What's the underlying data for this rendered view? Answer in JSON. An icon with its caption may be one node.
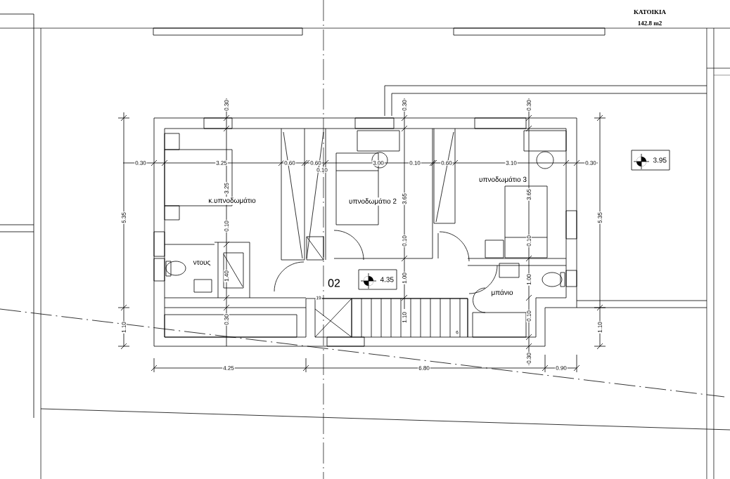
{
  "diagram": {
    "title": "ΚΑΤΟΙΚΙΑ",
    "nodes": [
      {
        "text": [
          "4.35"
        ]
      },
      {
        "text": [
          "3.95"
        ]
      }
    ],
    "labels": [
      "142.8 m2",
      "0.30",
      "0.30",
      "0.30",
      "0.30",
      "3.25",
      "0.60",
      "0.60",
      "3.00",
      "0.10",
      "0.60",
      "3.10",
      "0.30",
      "0.10",
      "υπνοδωμάτιο 3",
      "5.35",
      "3.25",
      "3.65",
      "3.65",
      "5.35",
      "κ.υπνοδωμάτιο",
      "υπνοδωμάτιο 2",
      "0.10",
      "0.10",
      "0.10",
      "ντους",
      "1.40",
      "02",
      "1.00",
      "1.00",
      "μπάνιο",
      "19",
      "0.30",
      "1.10",
      "0.10",
      "1.10",
      "1.10",
      "6",
      "0.30",
      "4.25",
      "6.80",
      "0.90"
    ]
  }
}
